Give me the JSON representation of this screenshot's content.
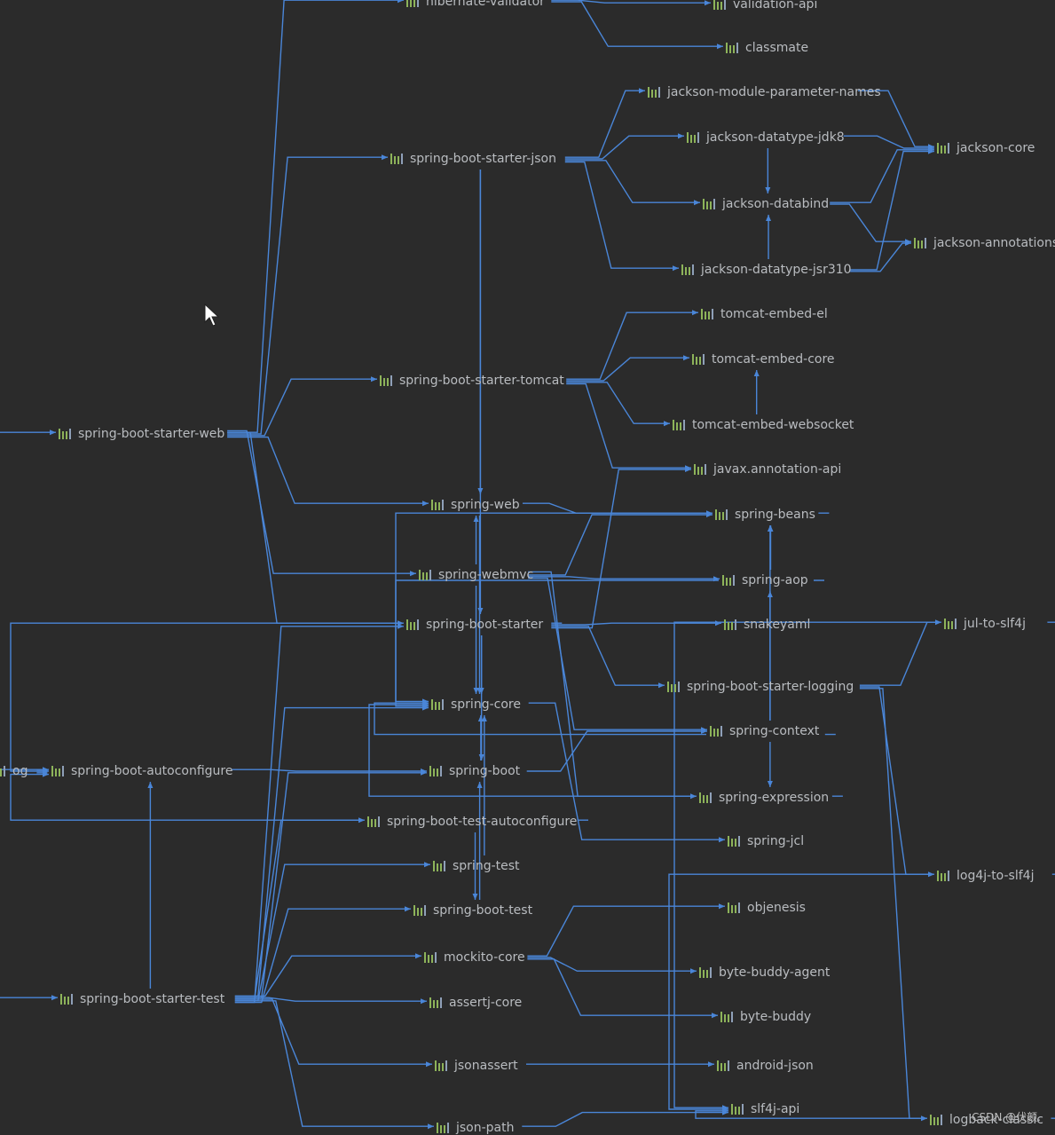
{
  "colors": {
    "background": "#2b2b2b",
    "edge": "#4a86d8",
    "text": "#b9bcc0",
    "icon_green": "#8db35a"
  },
  "icon": "maven-library-icon",
  "watermark": "CSDN @伏颜.",
  "nodes": [
    {
      "id": "root",
      "label": "og"
    },
    {
      "id": "web",
      "label": "spring-boot-starter-web"
    },
    {
      "id": "autoconf",
      "label": "spring-boot-autoconfigure"
    },
    {
      "id": "starter_test",
      "label": "spring-boot-starter-test"
    },
    {
      "id": "hibernate",
      "label": "hibernate-validator"
    },
    {
      "id": "starter_json",
      "label": "spring-boot-starter-json"
    },
    {
      "id": "starter_tomcat",
      "label": "spring-boot-starter-tomcat"
    },
    {
      "id": "spring_web",
      "label": "spring-web"
    },
    {
      "id": "webmvc",
      "label": "spring-webmvc"
    },
    {
      "id": "boot_starter",
      "label": "spring-boot-starter"
    },
    {
      "id": "core",
      "label": "spring-core"
    },
    {
      "id": "boot",
      "label": "spring-boot"
    },
    {
      "id": "test_autoconf",
      "label": "spring-boot-test-autoconfigure"
    },
    {
      "id": "spring_test",
      "label": "spring-test"
    },
    {
      "id": "boot_test",
      "label": "spring-boot-test"
    },
    {
      "id": "mockito",
      "label": "mockito-core"
    },
    {
      "id": "assertj",
      "label": "assertj-core"
    },
    {
      "id": "jsonassert",
      "label": "jsonassert"
    },
    {
      "id": "jsonpath",
      "label": "json-path"
    },
    {
      "id": "validation",
      "label": "validation-api"
    },
    {
      "id": "classmate",
      "label": "classmate"
    },
    {
      "id": "jm_param",
      "label": "jackson-module-parameter-names"
    },
    {
      "id": "jd_jdk8",
      "label": "jackson-datatype-jdk8"
    },
    {
      "id": "jdatabind",
      "label": "jackson-databind"
    },
    {
      "id": "jd_jsr310",
      "label": "jackson-datatype-jsr310"
    },
    {
      "id": "tc_el",
      "label": "tomcat-embed-el"
    },
    {
      "id": "tc_core",
      "label": "tomcat-embed-core"
    },
    {
      "id": "tc_ws",
      "label": "tomcat-embed-websocket"
    },
    {
      "id": "javax_ann",
      "label": "javax.annotation-api"
    },
    {
      "id": "beans",
      "label": "spring-beans"
    },
    {
      "id": "aop",
      "label": "spring-aop"
    },
    {
      "id": "snakeyaml",
      "label": "snakeyaml"
    },
    {
      "id": "logging",
      "label": "spring-boot-starter-logging"
    },
    {
      "id": "context",
      "label": "spring-context"
    },
    {
      "id": "expression",
      "label": "spring-expression"
    },
    {
      "id": "jcl",
      "label": "spring-jcl"
    },
    {
      "id": "objenesis",
      "label": "objenesis"
    },
    {
      "id": "bb_agent",
      "label": "byte-buddy-agent"
    },
    {
      "id": "bytebuddy",
      "label": "byte-buddy"
    },
    {
      "id": "android_json",
      "label": "android-json"
    },
    {
      "id": "slf4j_api",
      "label": "slf4j-api"
    },
    {
      "id": "jackson_core",
      "label": "jackson-core"
    },
    {
      "id": "jackson_ann",
      "label": "jackson-annotations"
    },
    {
      "id": "jul_slf4j",
      "label": "jul-to-slf4j"
    },
    {
      "id": "log4j_slf4j",
      "label": "log4j-to-slf4j"
    },
    {
      "id": "logback",
      "label": "logback-classic"
    }
  ],
  "edges": [
    [
      "root",
      "web"
    ],
    [
      "root",
      "autoconf"
    ],
    [
      "root",
      "starter_test"
    ],
    [
      "web",
      "hibernate"
    ],
    [
      "web",
      "starter_json"
    ],
    [
      "web",
      "starter_tomcat"
    ],
    [
      "web",
      "spring_web"
    ],
    [
      "web",
      "webmvc"
    ],
    [
      "web",
      "boot_starter"
    ],
    [
      "hibernate",
      "validation"
    ],
    [
      "hibernate",
      "classmate"
    ],
    [
      "starter_json",
      "jm_param"
    ],
    [
      "starter_json",
      "jd_jdk8"
    ],
    [
      "starter_json",
      "jdatabind"
    ],
    [
      "starter_json",
      "jd_jsr310"
    ],
    [
      "starter_json",
      "spring_web"
    ],
    [
      "starter_json",
      "boot_starter"
    ],
    [
      "jm_param",
      "jackson_core"
    ],
    [
      "jd_jdk8",
      "jackson_core"
    ],
    [
      "jd_jdk8",
      "jdatabind"
    ],
    [
      "jdatabind",
      "jackson_core"
    ],
    [
      "jdatabind",
      "jackson_ann"
    ],
    [
      "jd_jsr310",
      "jdatabind"
    ],
    [
      "jd_jsr310",
      "jackson_core"
    ],
    [
      "jd_jsr310",
      "jackson_ann"
    ],
    [
      "starter_tomcat",
      "tc_el"
    ],
    [
      "starter_tomcat",
      "tc_core"
    ],
    [
      "starter_tomcat",
      "tc_ws"
    ],
    [
      "starter_tomcat",
      "javax_ann"
    ],
    [
      "tc_ws",
      "tc_core"
    ],
    [
      "spring_web",
      "beans"
    ],
    [
      "spring_web",
      "core"
    ],
    [
      "webmvc",
      "spring_web"
    ],
    [
      "webmvc",
      "beans"
    ],
    [
      "webmvc",
      "aop"
    ],
    [
      "webmvc",
      "context"
    ],
    [
      "webmvc",
      "expression"
    ],
    [
      "webmvc",
      "core"
    ],
    [
      "boot_starter",
      "core"
    ],
    [
      "boot_starter",
      "snakeyaml"
    ],
    [
      "boot_starter",
      "logging"
    ],
    [
      "boot_starter",
      "javax_ann"
    ],
    [
      "boot_starter",
      "boot"
    ],
    [
      "boot_starter",
      "autoconf"
    ],
    [
      "core",
      "jcl"
    ],
    [
      "boot",
      "core"
    ],
    [
      "boot",
      "context"
    ],
    [
      "aop",
      "beans"
    ],
    [
      "aop",
      "core"
    ],
    [
      "context",
      "aop"
    ],
    [
      "context",
      "beans"
    ],
    [
      "context",
      "expression"
    ],
    [
      "context",
      "core"
    ],
    [
      "expression",
      "core"
    ],
    [
      "beans",
      "core"
    ],
    [
      "logging",
      "jul_slf4j"
    ],
    [
      "logging",
      "log4j_slf4j"
    ],
    [
      "logging",
      "logback"
    ],
    [
      "jul_slf4j",
      "slf4j_api"
    ],
    [
      "log4j_slf4j",
      "slf4j_api"
    ],
    [
      "logback",
      "slf4j_api"
    ],
    [
      "autoconf",
      "boot"
    ],
    [
      "starter_test",
      "autoconf"
    ],
    [
      "starter_test",
      "test_autoconf"
    ],
    [
      "starter_test",
      "spring_test"
    ],
    [
      "starter_test",
      "boot_test"
    ],
    [
      "starter_test",
      "mockito"
    ],
    [
      "starter_test",
      "assertj"
    ],
    [
      "starter_test",
      "jsonassert"
    ],
    [
      "starter_test",
      "jsonpath"
    ],
    [
      "starter_test",
      "boot_starter"
    ],
    [
      "starter_test",
      "core"
    ],
    [
      "starter_test",
      "boot"
    ],
    [
      "test_autoconf",
      "autoconf"
    ],
    [
      "test_autoconf",
      "boot_test"
    ],
    [
      "spring_test",
      "core"
    ],
    [
      "boot_test",
      "boot"
    ],
    [
      "mockito",
      "objenesis"
    ],
    [
      "mockito",
      "bb_agent"
    ],
    [
      "mockito",
      "bytebuddy"
    ],
    [
      "jsonassert",
      "android_json"
    ],
    [
      "jsonpath",
      "slf4j_api"
    ]
  ]
}
